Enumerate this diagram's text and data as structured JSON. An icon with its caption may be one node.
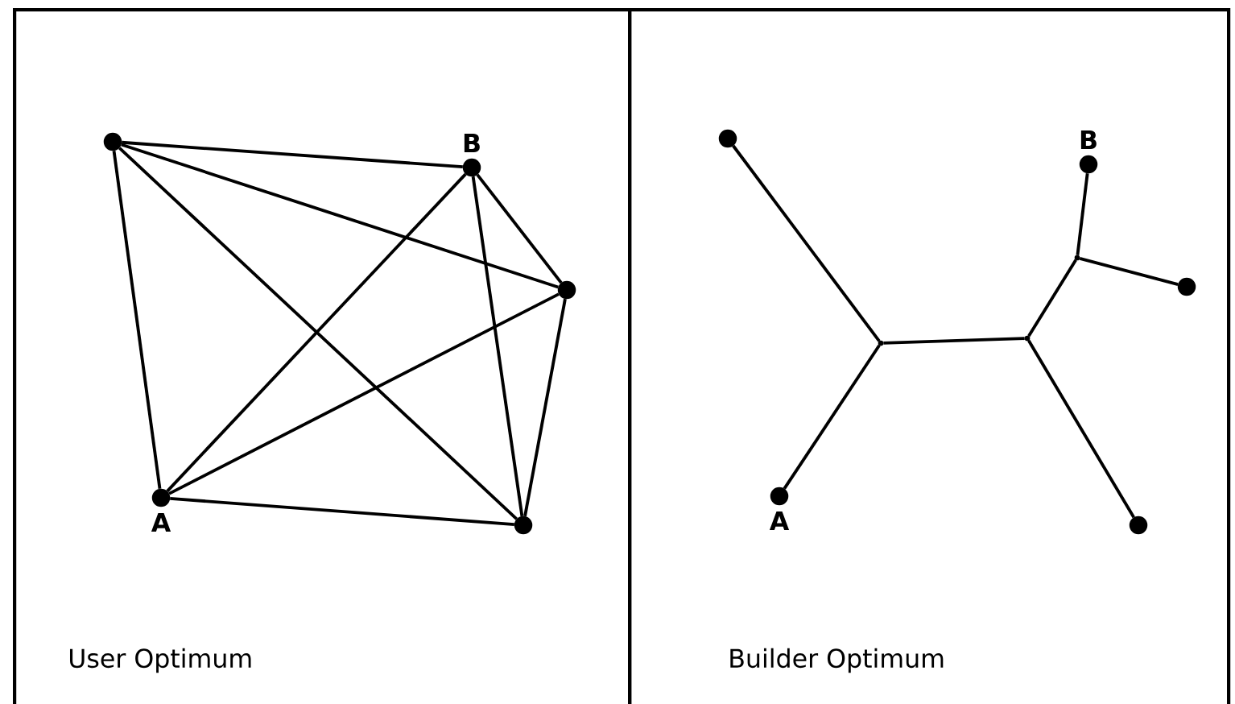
{
  "diagram": {
    "nodes": [
      {
        "text": [
          "User Optimum"
        ]
      },
      {
        "text": [
          "Builder Optimum"
        ]
      },
      {
        "text": [],
        "shape": "circle",
        "in": 0
      },
      {
        "text": [],
        "shape": "circle",
        "in": 0,
        "beside": [
          "B"
        ]
      },
      {
        "text": [],
        "shape": "circle",
        "in": 0
      },
      {
        "text": [],
        "shape": "circle",
        "in": 0,
        "beside": [
          "A"
        ]
      },
      {
        "text": [],
        "shape": "circle",
        "in": 0
      },
      {
        "text": [],
        "shape": "circle",
        "in": 1
      },
      {
        "text": [],
        "shape": "circle",
        "in": 1,
        "beside": [
          "B"
        ]
      },
      {
        "text": [],
        "shape": "circle",
        "in": 1
      },
      {
        "text": [],
        "shape": "circle",
        "in": 1,
        "beside": [
          "A"
        ]
      },
      {
        "text": [],
        "shape": "circle",
        "in": 1
      },
      {
        "text": [],
        "shape": "point",
        "in": 1
      },
      {
        "text": [],
        "shape": "point",
        "in": 1
      },
      {
        "text": [],
        "shape": "point",
        "in": 1
      }
    ],
    "edges": [
      {
        "from": 2,
        "to": 3,
        "arrow": "none"
      },
      {
        "from": 2,
        "to": 4,
        "arrow": "none"
      },
      {
        "from": 2,
        "to": 5,
        "arrow": "none"
      },
      {
        "from": 2,
        "to": 6,
        "arrow": "none"
      },
      {
        "from": 3,
        "to": 4,
        "arrow": "none"
      },
      {
        "from": 3,
        "to": 5,
        "arrow": "none"
      },
      {
        "from": 3,
        "to": 6,
        "arrow": "none"
      },
      {
        "from": 4,
        "to": 5,
        "arrow": "none"
      },
      {
        "from": 4,
        "to": 6,
        "arrow": "none"
      },
      {
        "from": 5,
        "to": 6,
        "arrow": "none"
      },
      {
        "from": 7,
        "to": 12,
        "arrow": "none"
      },
      {
        "from": 10,
        "to": 12,
        "arrow": "none"
      },
      {
        "from": 12,
        "to": 13,
        "arrow": "none"
      },
      {
        "from": 13,
        "to": 11,
        "arrow": "none"
      },
      {
        "from": 13,
        "to": 14,
        "arrow": "none"
      },
      {
        "from": 14,
        "to": 8,
        "arrow": "none"
      },
      {
        "from": 14,
        "to": 9,
        "arrow": "none"
      }
    ]
  }
}
